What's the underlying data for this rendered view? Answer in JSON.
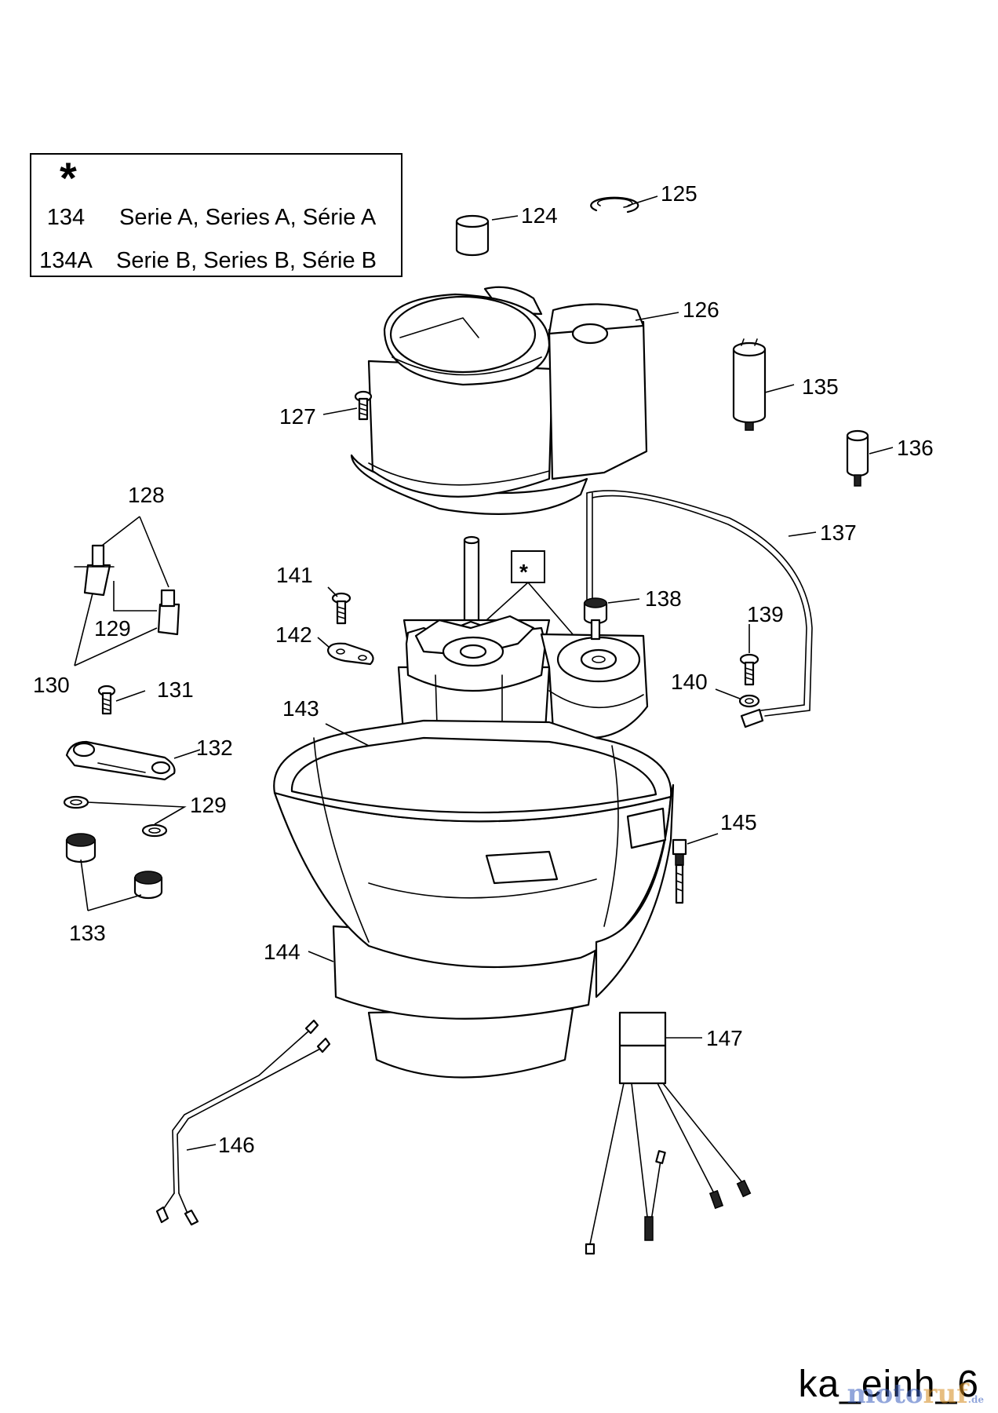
{
  "legend": {
    "symbol": "*",
    "rows": [
      {
        "code": "134",
        "description": "Serie A, Series A, Série A"
      },
      {
        "code": "134A",
        "description": "Serie B, Series B, Série B"
      }
    ]
  },
  "callouts": {
    "p124": "124",
    "p125": "125",
    "p126": "126",
    "p127": "127",
    "p128": "128",
    "p129a": "129",
    "p129b": "129",
    "p130": "130",
    "p131": "131",
    "p132": "132",
    "p133": "133",
    "p135": "135",
    "p136": "136",
    "p137": "137",
    "p138": "138",
    "p139": "139",
    "p140": "140",
    "p141": "141",
    "p142": "142",
    "p143": "143",
    "p144": "144",
    "p145": "145",
    "p146": "146",
    "p147": "147"
  },
  "motor_star": "*",
  "diagram_id": "ka_einh_6",
  "watermark": {
    "part1": "moto",
    "part2": "ruf",
    "part3": ".de"
  }
}
